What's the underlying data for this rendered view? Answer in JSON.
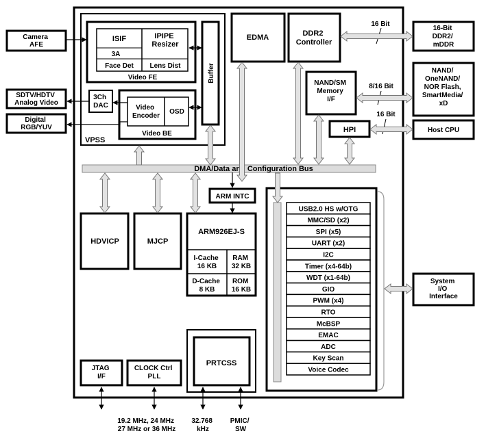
{
  "external": {
    "camera_afe": [
      "Camera",
      "AFE"
    ],
    "sdtv_hdtv": [
      "SDTV/HDTV",
      "Analog Video"
    ],
    "digital_rgb": [
      "Digital",
      "RGB/YUV"
    ],
    "ddr2_mddr": [
      "16-Bit",
      "DDR2/",
      "mDDR"
    ],
    "nand_flash": [
      "NAND/",
      "OneNAND/",
      "NOR Flash,",
      "SmartMedia/",
      "xD"
    ],
    "host_cpu": "Host CPU",
    "system_io": [
      "System",
      "I/O",
      "Interface"
    ]
  },
  "bus_widths": {
    "ddr2": "16 Bit",
    "nand": "8/16 Bit",
    "hpi": "16 Bit"
  },
  "vpss": {
    "label": "VPSS",
    "video_fe": {
      "label": "Video FE",
      "isif": "ISIF",
      "ipipe": [
        "IPIPE",
        "Resizer"
      ],
      "three_a": "3A",
      "face_det": "Face Det",
      "lens_dist": "Lens Dist"
    },
    "buffer": "Buffer",
    "dac": [
      "3Ch",
      "DAC"
    ],
    "video_be": {
      "label": "Video BE",
      "encoder": [
        "Video",
        "Encoder"
      ],
      "osd": "OSD"
    }
  },
  "edma": "EDMA",
  "ddr2_controller": [
    "DDR2",
    "Controller"
  ],
  "nand_sm": [
    "NAND/SM",
    "Memory",
    "I/F"
  ],
  "hpi": "HPI",
  "bus_label": "DMA/Data and Configuration Bus",
  "arm_intc": "ARM INTC",
  "hdvicp": "HDVICP",
  "mjcp": "MJCP",
  "arm": {
    "title": "ARM926EJ-S",
    "icache": [
      "I-Cache",
      "16 KB"
    ],
    "ram": [
      "RAM",
      "32 KB"
    ],
    "dcache": [
      "D-Cache",
      "8 KB"
    ],
    "rom": [
      "ROM",
      "16 KB"
    ]
  },
  "peripherals": [
    "USB2.0 HS w/OTG",
    "MMC/SD (x2)",
    "SPI (x5)",
    "UART (x2)",
    "I2C",
    "Timer (x4-64b)",
    "WDT (x1-64b)",
    "GIO",
    "PWM (x4)",
    "RTO",
    "McBSP",
    "EMAC",
    "ADC",
    "Key Scan",
    "Voice Codec"
  ],
  "jtag": [
    "JTAG",
    "I/F"
  ],
  "clock": [
    "CLOCK Ctrl",
    "PLL"
  ],
  "prtcss": "PRTCSS",
  "bottom_labels": {
    "clock_freq": [
      "19.2 MHz, 24 MHz",
      "27 MHz or 36 MHz"
    ],
    "rtc_freq": [
      "32.768",
      "kHz"
    ],
    "pmic": [
      "PMIC/",
      "SW"
    ]
  }
}
